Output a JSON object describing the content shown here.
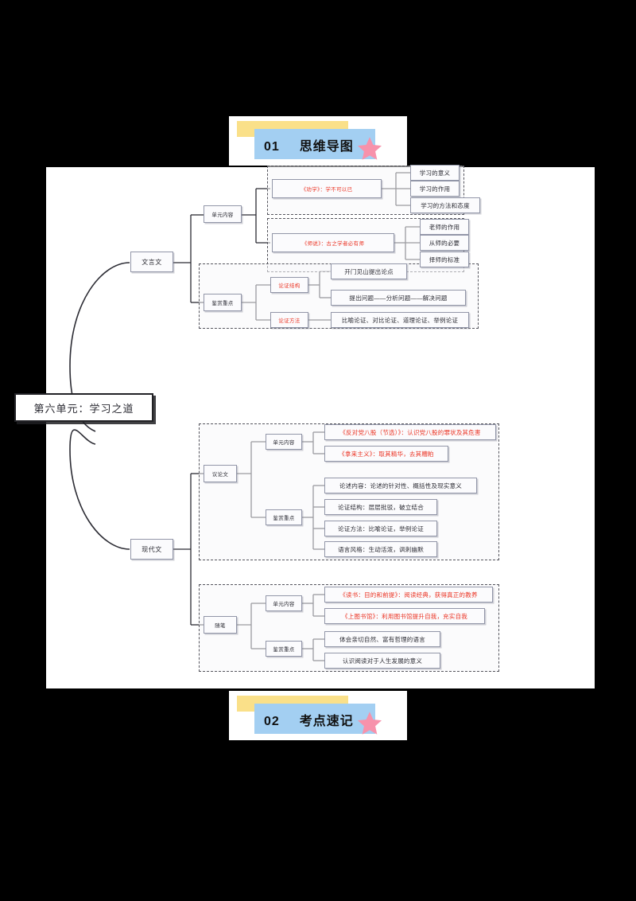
{
  "page": {
    "background": "#000000",
    "sheet_color": "#ffffff"
  },
  "banners": {
    "top": {
      "number": "01",
      "title": "思维导图",
      "yellow": "#FAE089",
      "blue": "#A3CFF2",
      "star": "#F792AB",
      "star_icon": "star-icon"
    },
    "bottom": {
      "number": "02",
      "title": "考点速记",
      "yellow": "#FAE089",
      "blue": "#A3CFF2",
      "star": "#F792AB",
      "star_icon": "star-icon"
    }
  },
  "mindmap": {
    "root": "第六单元：学习之道",
    "branches": [
      {
        "label": "文言文",
        "groups": [
          {
            "label": "单元内容",
            "frames": [
              {
                "topic": "《劝学》：学不可以已",
                "topic_color": "#EB3323",
                "leaves": [
                  "学习的意义",
                  "学习的作用",
                  "学习的方法和态度"
                ]
              },
              {
                "topic": "《师说》：古之学者必有师",
                "topic_color": "#EB3323",
                "leaves": [
                  "老师的作用",
                  "从师的必要",
                  "择师的标准"
                ]
              }
            ]
          },
          {
            "label": "鉴赏重点",
            "subgroups": [
              {
                "label": "论证结构",
                "label_color": "#EB3323",
                "leaves": [
                  "开门见山提出论点",
                  "提出问题——分析问题——解决问题"
                ]
              },
              {
                "label": "论证方法",
                "label_color": "#EB3323",
                "leaves": [
                  "比喻论证、对比论证、道理论证、举例论证"
                ]
              }
            ]
          }
        ]
      },
      {
        "label": "现代文",
        "groups": [
          {
            "label": "议论文",
            "sections": [
              {
                "label": "单元内容",
                "leaves": [
                  "《反对党八股（节选）》：认识党八股的罪状及其危害",
                  "《拿来主义》：取其精华，去其糟粕"
                ],
                "leaf_color": "#EB3323"
              },
              {
                "label": "鉴赏重点",
                "leaves": [
                  "论述内容：论述的针对性、概括性及现实意义",
                  "论证结构：层层批驳，破立结合",
                  "论证方法：比喻论证，举例论证",
                  "语言风格：生动活泼，讽刺幽默"
                ],
                "leaf_color": "#2b2b33"
              }
            ]
          },
          {
            "label": "随笔",
            "sections": [
              {
                "label": "单元内容",
                "leaves": [
                  "《读书：目的和前提》：阅读经典，获得真正的教养",
                  "《上图书馆》：利用图书馆提升自我，充实自我"
                ],
                "leaf_color": "#EB3323"
              },
              {
                "label": "鉴赏重点",
                "leaves": [
                  "体会亲切自然、富有哲理的语言",
                  "认识阅读对于人生发展的意义"
                ],
                "leaf_color": "#2b2b33"
              }
            ]
          }
        ]
      }
    ]
  }
}
